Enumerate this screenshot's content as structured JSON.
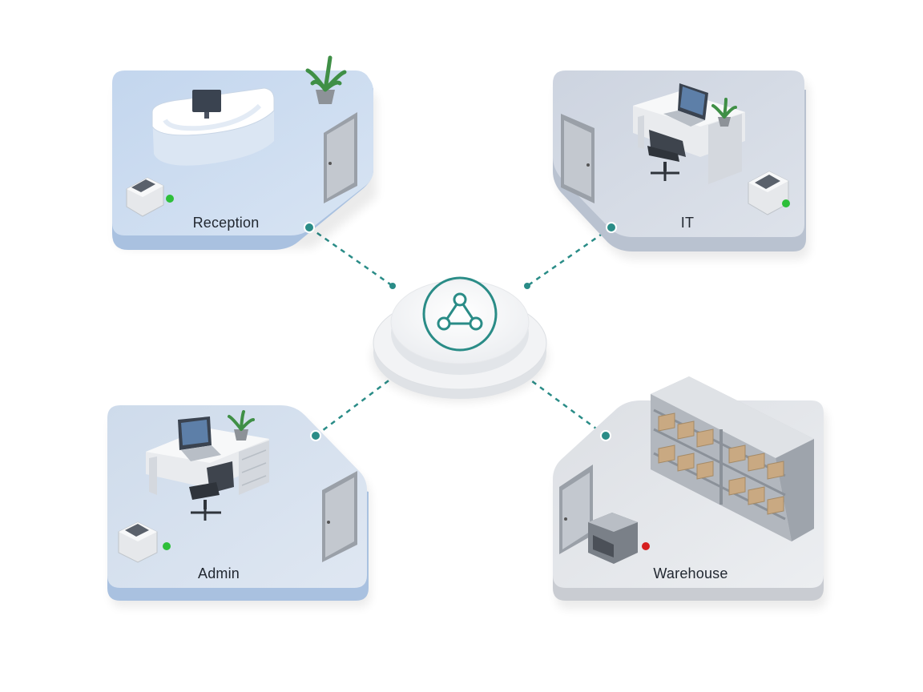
{
  "rooms": [
    {
      "id": "reception",
      "label": "Reception",
      "printer_status_color": "#2dbf3a"
    },
    {
      "id": "it",
      "label": "IT",
      "printer_status_color": "#2dbf3a"
    },
    {
      "id": "admin",
      "label": "Admin",
      "printer_status_color": "#2dbf3a"
    },
    {
      "id": "warehouse",
      "label": "Warehouse",
      "printer_status_color": "#d61f1f"
    }
  ],
  "hub": {
    "icon": "network-share-icon"
  },
  "colors": {
    "connector": "#2a8c87",
    "status_online": "#2dbf3a",
    "status_offline": "#d61f1f",
    "floor_reception": "#cbdcef",
    "floor_it": "#d4dbe6",
    "floor_admin": "#d5e0ee",
    "floor_warehouse": "#e3e5e9"
  }
}
